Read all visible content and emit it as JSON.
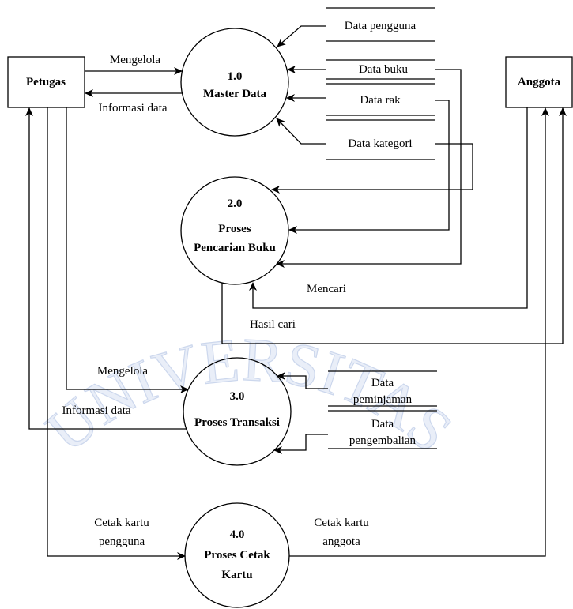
{
  "entities": {
    "petugas": "Petugas",
    "anggota": "Anggota"
  },
  "processes": [
    {
      "number": "1.0",
      "lines": [
        "Master Data"
      ]
    },
    {
      "number": "2.0",
      "lines": [
        "Proses",
        "Pencarian Buku"
      ]
    },
    {
      "number": "3.0",
      "lines": [
        "Proses Transaksi"
      ]
    },
    {
      "number": "4.0",
      "lines": [
        "Proses Cetak",
        "Kartu"
      ]
    }
  ],
  "data_stores": {
    "pengguna": [
      "Data pengguna"
    ],
    "buku": [
      "Data buku"
    ],
    "rak": [
      "Data rak"
    ],
    "kategori": [
      "Data kategori"
    ],
    "peminjaman": [
      "Data",
      "peminjaman"
    ],
    "pengembalian": [
      "Data",
      "pengembalian"
    ]
  },
  "flows": {
    "petugas_to_master": "Mengelola",
    "master_to_petugas": "Informasi data",
    "anggota_to_pencarian": "Mencari",
    "pencarian_to_anggota": "Hasil cari",
    "petugas_to_transaksi": "Mengelola",
    "transaksi_to_petugas": "Informasi data",
    "petugas_to_cetak": [
      "Cetak kartu",
      "pengguna"
    ],
    "cetak_to_anggota": [
      "Cetak kartu",
      "anggota"
    ]
  },
  "watermark": "UNIVERSITAS",
  "colors": {
    "line": "#000000",
    "watermark": "#c4d1ea"
  }
}
